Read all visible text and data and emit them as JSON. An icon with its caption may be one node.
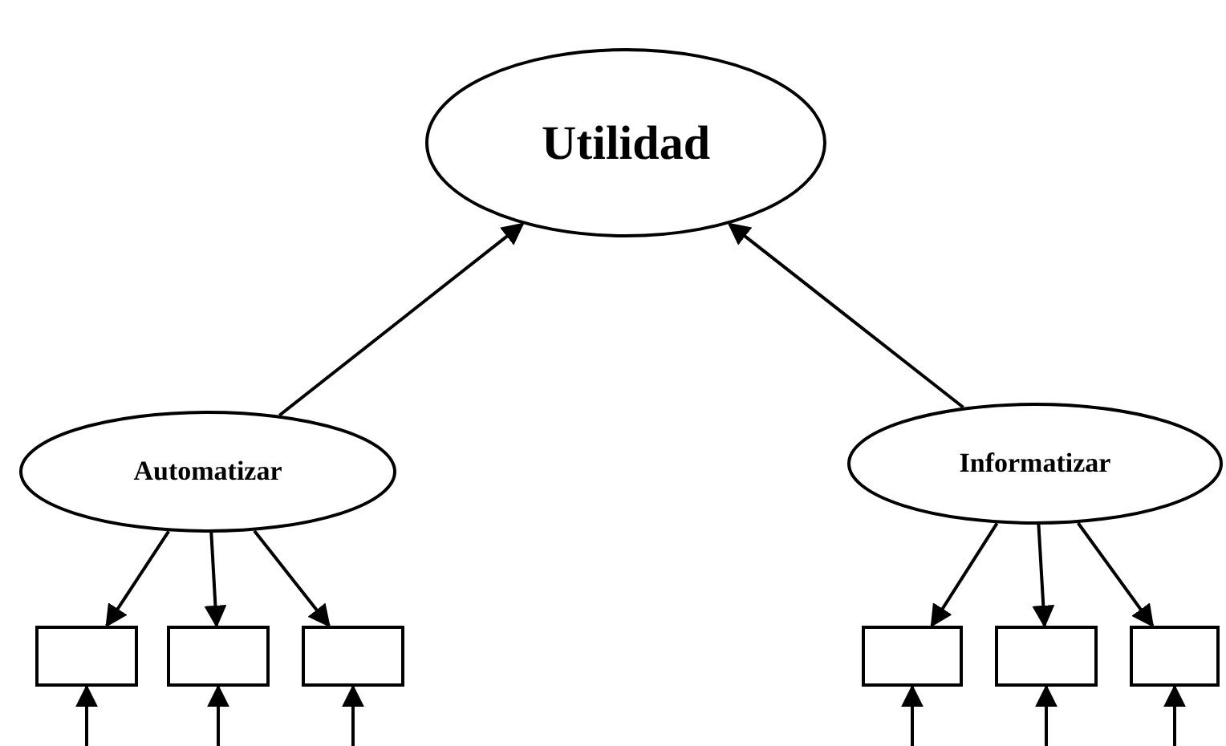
{
  "diagram": {
    "nodes": [
      {
        "text": [
          "Utilidad"
        ]
      },
      {
        "text": [
          "Automatizar"
        ]
      },
      {
        "text": [
          "Informatizar"
        ]
      },
      {
        "text": [],
        "shape": "box"
      },
      {
        "text": [],
        "shape": "box"
      },
      {
        "text": [],
        "shape": "box"
      },
      {
        "text": [],
        "shape": "box"
      },
      {
        "text": [],
        "shape": "box"
      },
      {
        "text": [],
        "shape": "box"
      }
    ],
    "edges": [
      {
        "from": 1,
        "to": 0,
        "arrow": "to"
      },
      {
        "from": 2,
        "to": 0,
        "arrow": "to"
      },
      {
        "from": 1,
        "to": 3,
        "arrow": "to"
      },
      {
        "from": 1,
        "to": 4,
        "arrow": "to"
      },
      {
        "from": 1,
        "to": 5,
        "arrow": "to"
      },
      {
        "from": 2,
        "to": 6,
        "arrow": "to"
      },
      {
        "from": 2,
        "to": 7,
        "arrow": "to"
      },
      {
        "from": 2,
        "to": 8,
        "arrow": "to"
      },
      {
        "from": null,
        "to": 3,
        "arrow": "to"
      },
      {
        "from": null,
        "to": 4,
        "arrow": "to"
      },
      {
        "from": null,
        "to": 5,
        "arrow": "to"
      },
      {
        "from": null,
        "to": 6,
        "arrow": "to"
      },
      {
        "from": null,
        "to": 7,
        "arrow": "to"
      },
      {
        "from": null,
        "to": 8,
        "arrow": "to"
      }
    ]
  }
}
